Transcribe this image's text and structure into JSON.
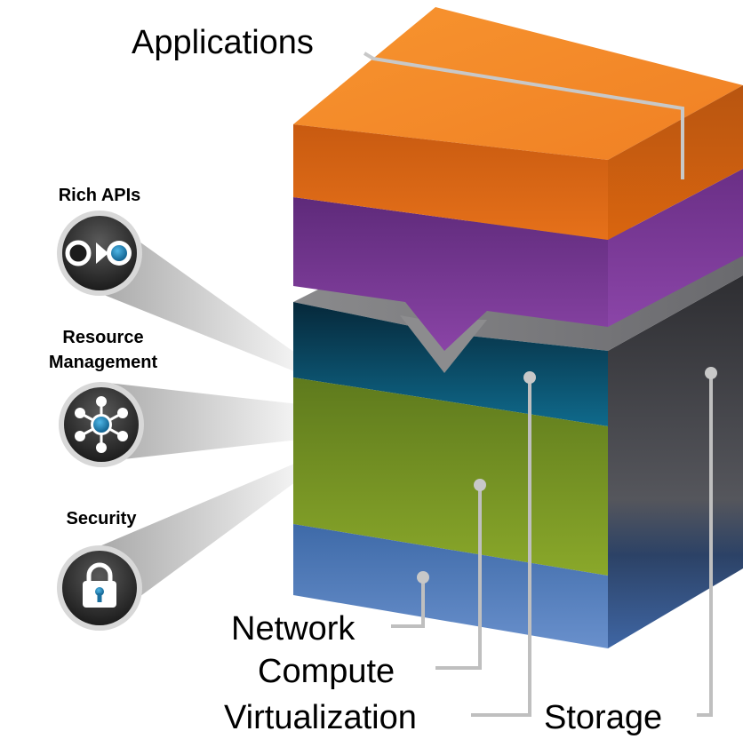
{
  "diagram": {
    "layers": {
      "applications": "Applications",
      "network": "Network",
      "compute": "Compute",
      "virtualization": "Virtualization",
      "storage": "Storage"
    },
    "features": {
      "rich_apis": "Rich APIs",
      "resource_management_line1": "Resource",
      "resource_management_line2": "Management",
      "security": "Security"
    },
    "colors": {
      "applications": "#e8701a",
      "purple_layer": "#7a3a92",
      "network": "#0c5a78",
      "compute": "#7e9a25",
      "virtualization": "#4e78b2",
      "storage": "#4a4a4e",
      "accent": "#1c7fb4"
    },
    "icons": {
      "rich_apis": "api-connector-icon",
      "resource_management": "hub-network-icon",
      "security": "padlock-icon"
    }
  }
}
